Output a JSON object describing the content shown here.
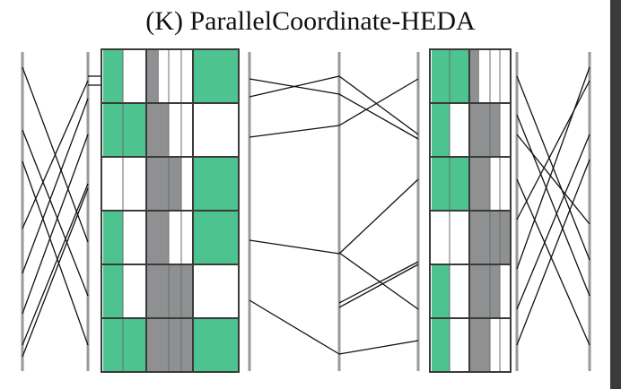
{
  "title": "(K) ParallelCoordinate-HEDA",
  "colors": {
    "background": "#ffffff",
    "axis": "#9a9a9a",
    "green": "#4dc48f",
    "gray": "#8f9092",
    "border": "#3a3a3a",
    "line": "#111111",
    "frame": "#3a3a3a"
  },
  "axis_count": 7,
  "heatmap_blocks": [
    {
      "name": "block-left",
      "rows": 6,
      "cols": 3
    },
    {
      "name": "block-right",
      "rows": 6,
      "cols": 2
    }
  ]
}
